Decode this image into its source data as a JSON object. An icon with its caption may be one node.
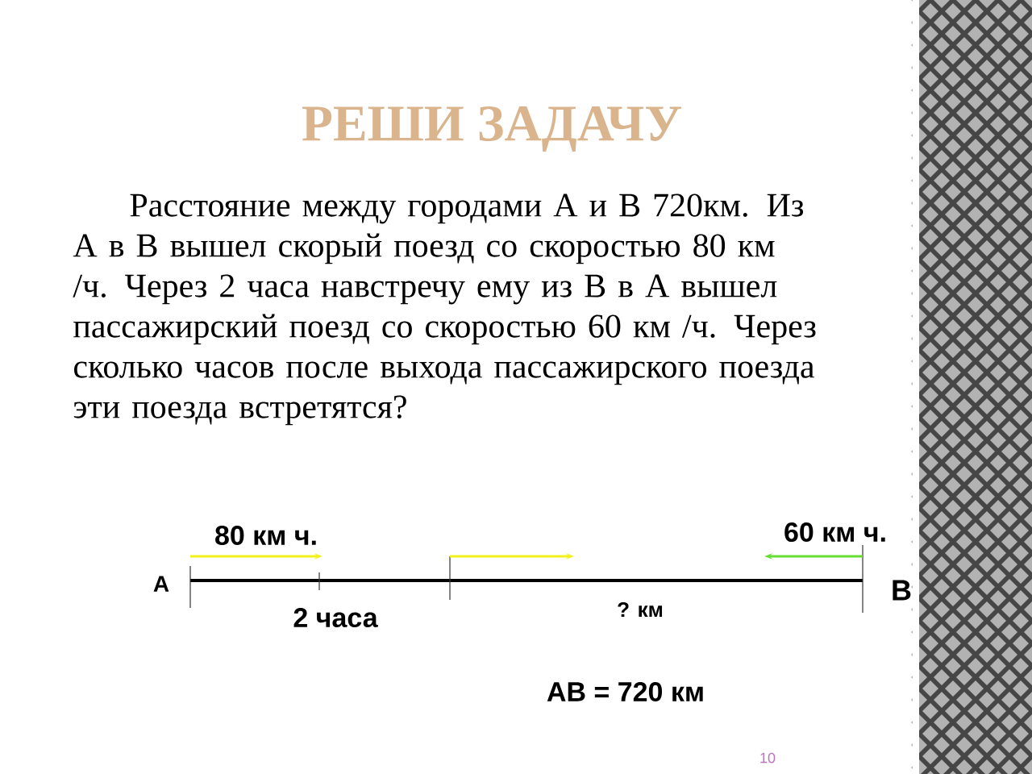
{
  "diagram": {
    "title": "РЕШИ ЗАДАЧУ",
    "labels": [
      "Расстояние между городами А и В 720км. Из А в В вышел скорый поезд со скоростью 80 км /ч. Через 2 часа навстречу ему  из В в А  вышел пассажирский поезд  со  скоростью 60 км /ч. Через  сколько  часов после выхода  пассажирского  поезда  эти поезда встретятся?",
      "80 км ч.",
      "60 км ч.",
      "А",
      "В",
      "? км",
      "2 часа",
      "АВ = 720 км",
      "10"
    ]
  }
}
